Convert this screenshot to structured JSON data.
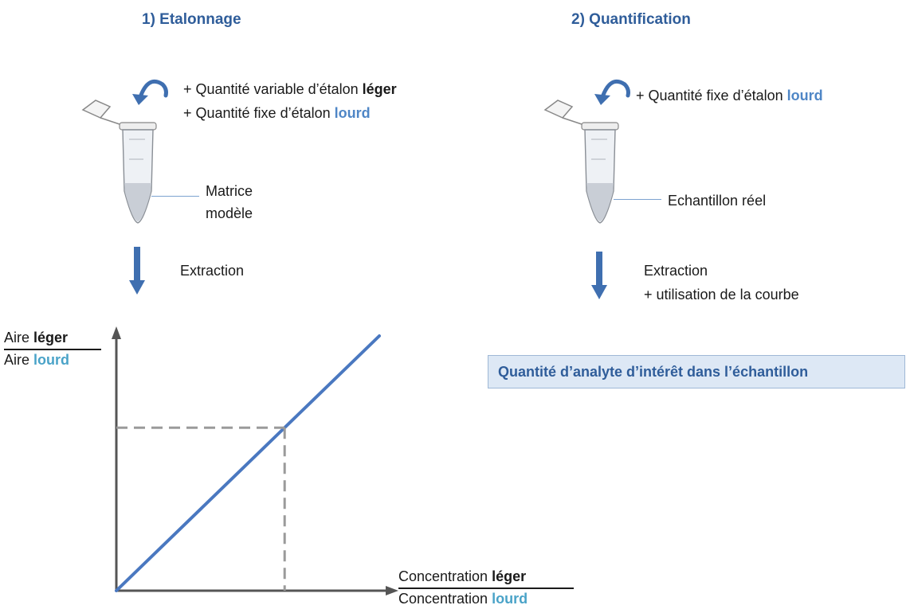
{
  "colors": {
    "accent": "#2f5d9a",
    "heavy": "#4f86c6",
    "heavy_axis": "#4aa3c8",
    "result_bg": "#dde8f5",
    "curve": "#4a78c0"
  },
  "left": {
    "title": "1) Etalonnage",
    "addition_light_prefix": "+ Quantité variable d’étalon ",
    "addition_light_word": "léger",
    "addition_heavy_prefix": "+ Quantité fixe d’étalon ",
    "addition_heavy_word": "lourd",
    "matrix_line1": "Matrice",
    "matrix_line2": "modèle",
    "extraction": "Extraction"
  },
  "right": {
    "title": "2) Quantification",
    "addition_heavy_prefix": "+ Quantité fixe d’étalon ",
    "addition_heavy_word": "lourd",
    "sample": "Echantillon réel",
    "extraction_line1": "Extraction",
    "extraction_line2": "+ utilisation de la courbe",
    "result": "Quantité d’analyte d’intérêt  dans l’échantillon"
  },
  "chart_data": {
    "type": "line",
    "y_label_num_prefix": "Aire ",
    "y_label_num_word": "léger",
    "y_label_den_prefix": "Aire ",
    "y_label_den_word": "lourd",
    "x_label_num_prefix": "Concentration ",
    "x_label_num_word": "léger",
    "x_label_den_prefix": "Concentration ",
    "x_label_den_word": "lourd",
    "series": [
      {
        "x": [
          0,
          1
        ],
        "y": [
          0,
          1
        ]
      }
    ],
    "marked_point": {
      "x": 0.64,
      "y": 0.64
    }
  }
}
